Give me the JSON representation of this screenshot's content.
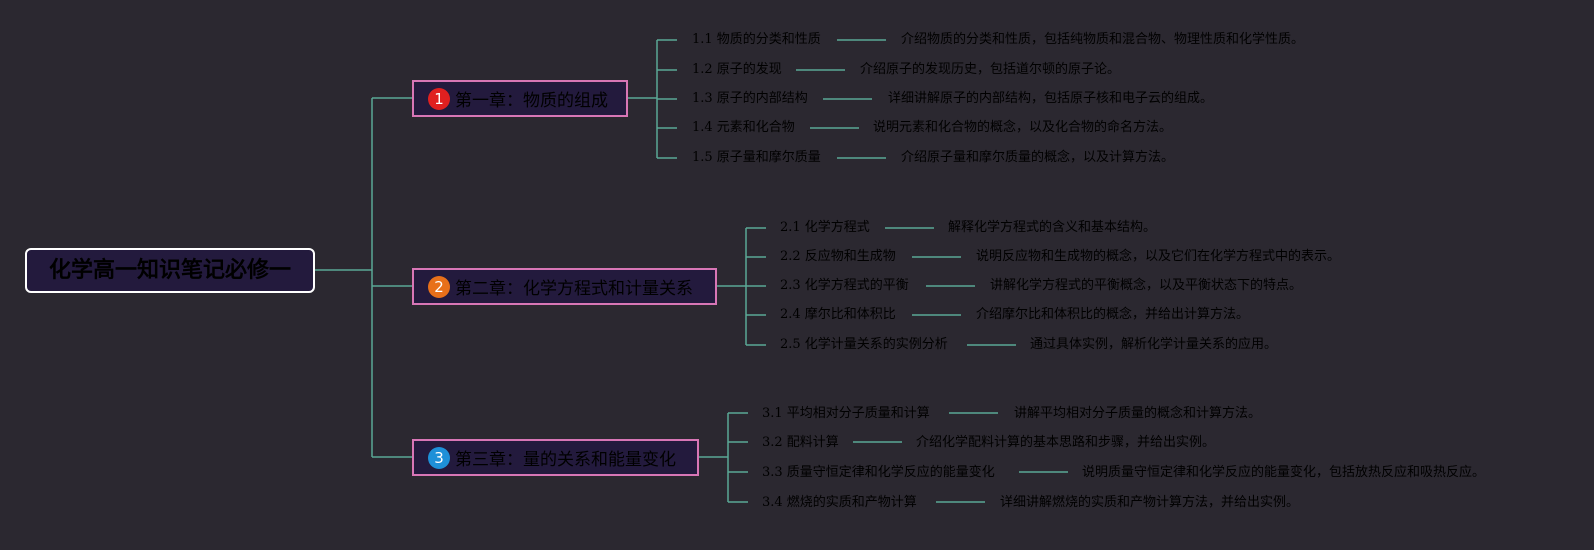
{
  "root": {
    "title": "化学高一知识笔记必修一"
  },
  "colors": {
    "line": "#5aa896",
    "chapter_border": "#d876b6",
    "box_fill": "#231a3d"
  },
  "chapters": [
    {
      "number": "1",
      "badge_color": "#e02020",
      "title": "第一章：物质的组成",
      "items": [
        {
          "title": "1.1 物质的分类和性质",
          "desc": "介绍物质的分类和性质，包括纯物质和混合物、物理性质和化学性质。"
        },
        {
          "title": "1.2 原子的发现",
          "desc": "介绍原子的发现历史，包括道尔顿的原子论。"
        },
        {
          "title": "1.3 原子的内部结构",
          "desc": "详细讲解原子的内部结构，包括原子核和电子云的组成。"
        },
        {
          "title": "1.4 元素和化合物",
          "desc": "说明元素和化合物的概念，以及化合物的命名方法。"
        },
        {
          "title": "1.5 原子量和摩尔质量",
          "desc": "介绍原子量和摩尔质量的概念，以及计算方法。"
        }
      ]
    },
    {
      "number": "2",
      "badge_color": "#e8701a",
      "title": "第二章：化学方程式和计量关系",
      "items": [
        {
          "title": "2.1 化学方程式",
          "desc": "解释化学方程式的含义和基本结构。"
        },
        {
          "title": "2.2 反应物和生成物",
          "desc": "说明反应物和生成物的概念，以及它们在化学方程式中的表示。"
        },
        {
          "title": "2.3 化学方程式的平衡",
          "desc": "讲解化学方程式的平衡概念，以及平衡状态下的特点。"
        },
        {
          "title": "2.4 摩尔比和体积比",
          "desc": "介绍摩尔比和体积比的概念，并给出计算方法。"
        },
        {
          "title": "2.5 化学计量关系的实例分析",
          "desc": "通过具体实例，解析化学计量关系的应用。"
        }
      ]
    },
    {
      "number": "3",
      "badge_color": "#1e90d8",
      "title": "第三章：量的关系和能量变化",
      "items": [
        {
          "title": "3.1 平均相对分子质量和计算",
          "desc": "讲解平均相对分子质量的概念和计算方法。"
        },
        {
          "title": "3.2 配料计算",
          "desc": "介绍化学配料计算的基本思路和步骤，并给出实例。"
        },
        {
          "title": "3.3 质量守恒定律和化学反应的能量变化",
          "desc": "说明质量守恒定律和化学反应的能量变化，包括放热反应和吸热反应。"
        },
        {
          "title": "3.4 燃烧的实质和产物计算",
          "desc": "详细讲解燃烧的实质和产物计算方法，并给出实例。"
        }
      ]
    }
  ]
}
